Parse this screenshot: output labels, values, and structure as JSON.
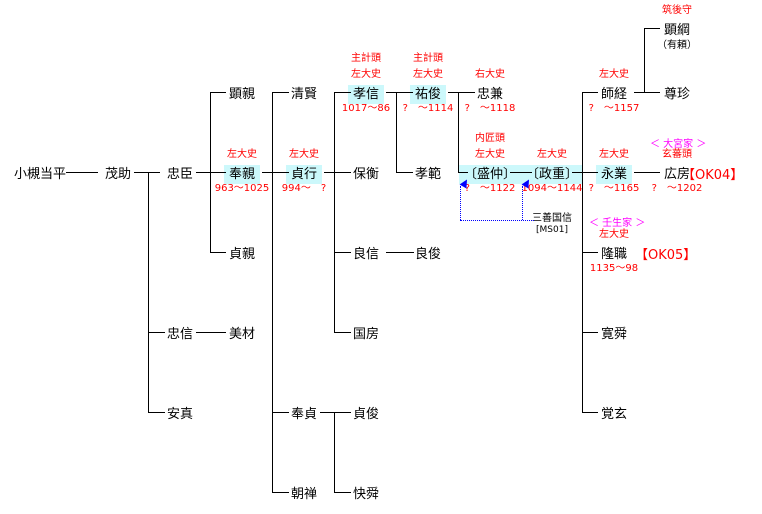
{
  "nodes": [
    {
      "id": "n1",
      "name": "小槻当平"
    },
    {
      "id": "n2",
      "name": "茂助"
    },
    {
      "id": "n3",
      "name": "忠臣"
    },
    {
      "id": "n4",
      "name": "顕親"
    },
    {
      "id": "n5",
      "name": "奉親",
      "titles": [
        "左大史"
      ],
      "dates": "963〜1025",
      "hl": true
    },
    {
      "id": "n6",
      "name": "貞親"
    },
    {
      "id": "n7",
      "name": "忠信"
    },
    {
      "id": "n8",
      "name": "美材"
    },
    {
      "id": "n9",
      "name": "安真"
    },
    {
      "id": "n10",
      "name": "清賢"
    },
    {
      "id": "n11",
      "name": "貞行",
      "titles": [
        "左大史"
      ],
      "dates": "994〜　?",
      "hl": true
    },
    {
      "id": "n12",
      "name": "奉貞"
    },
    {
      "id": "n13",
      "name": "朝禅"
    },
    {
      "id": "n14",
      "name": "孝信",
      "titles": [
        "主計頭",
        "左大史"
      ],
      "dates": "1017〜86",
      "hl": true
    },
    {
      "id": "n15",
      "name": "保衡"
    },
    {
      "id": "n16",
      "name": "良信"
    },
    {
      "id": "n17",
      "name": "国房"
    },
    {
      "id": "n18",
      "name": "貞俊"
    },
    {
      "id": "n19",
      "name": "快舜"
    },
    {
      "id": "n20",
      "name": "祐俊",
      "titles": [
        "主計頭",
        "左大史"
      ],
      "dates": "?　〜1114",
      "hl": true
    },
    {
      "id": "n21",
      "name": "孝範"
    },
    {
      "id": "n22",
      "name": "良俊"
    },
    {
      "id": "n23",
      "name": "忠兼",
      "titles": [
        "右大史"
      ],
      "dates": "?　〜1118"
    },
    {
      "id": "n24",
      "name": "〔盛仲〕",
      "titles": [
        "内匠頭",
        "左大史"
      ],
      "dates": "?　〜1122",
      "hl": true
    },
    {
      "id": "n25",
      "name": "〔政重〕",
      "titles": [
        "左大史"
      ],
      "dates": "1094〜1144",
      "hl": true
    },
    {
      "id": "n26",
      "name": "師経",
      "titles": [
        "左大史"
      ],
      "dates": "?　〜1157"
    },
    {
      "id": "n27",
      "name": "永業",
      "titles": [
        "左大史"
      ],
      "dates": "?　〜1165",
      "hl": true
    },
    {
      "id": "n28",
      "name": "隆職",
      "titles": [
        "左大史"
      ],
      "dates": "1135〜98"
    },
    {
      "id": "n29",
      "name": "寛舜"
    },
    {
      "id": "n30",
      "name": "覚玄"
    },
    {
      "id": "n31",
      "name": "顕綱",
      "titles": [
        "筑後守"
      ],
      "sub": "（有頼）"
    },
    {
      "id": "n32",
      "name": "尊珍"
    },
    {
      "id": "n33",
      "name": "広房",
      "titles": [
        "玄蕃頭"
      ],
      "dates": "?　〜1202"
    }
  ],
  "tags": {
    "ok04": "【OK04】",
    "ok05": "【OK05】"
  },
  "houses": {
    "omiya": "＜ 大宮家 ＞",
    "mibu": "＜ 壬生家 ＞"
  },
  "miyoshi": {
    "name": "三善国信",
    "code": "[MS01]"
  }
}
